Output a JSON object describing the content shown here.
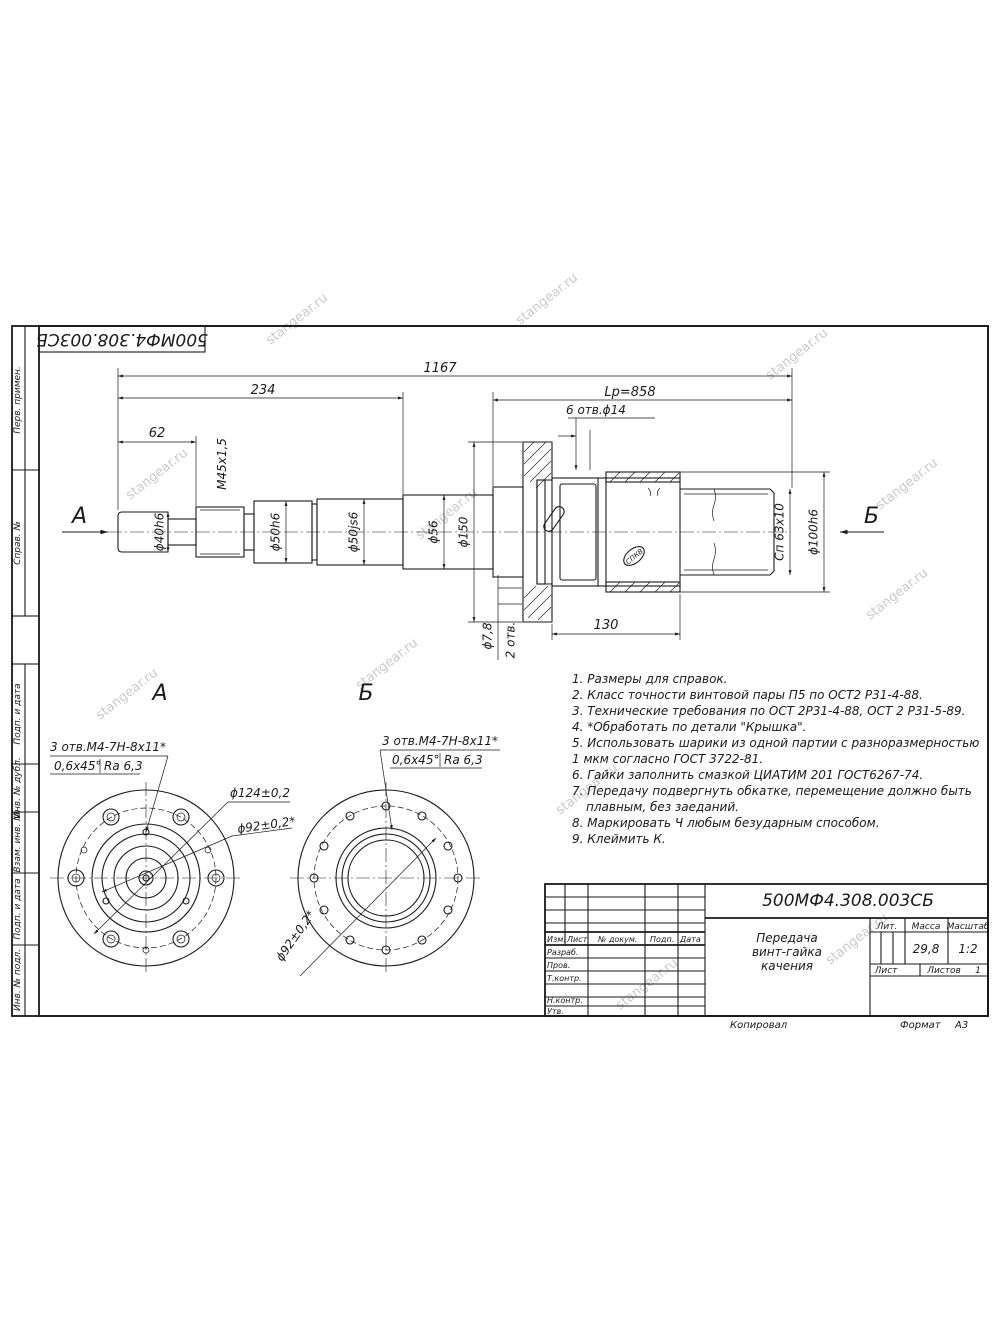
{
  "drawing": {
    "code": "500МФ4.308.003СБ",
    "code_rotated": "500МФ4.308.003СБ",
    "title_lines": [
      "Передача",
      "винт-гайка",
      "качения"
    ],
    "mass": "29,8",
    "scale": "1:2",
    "sheet_label": "Лист",
    "sheets_label": "Листов",
    "sheets_count": "1",
    "copied_label": "Копировал",
    "format_label": "Формат",
    "format_value": "А3",
    "watermark": "stangear.ru"
  },
  "title_block": {
    "header_lit": "Лит.",
    "header_mass": "Масса",
    "header_scale": "Масштаб",
    "col_izm": "Изм.",
    "col_list": "Лист",
    "col_doc": "№ докум.",
    "col_sign": "Подп.",
    "col_date": "Дата",
    "row_razrab": "Разраб.",
    "row_prov": "Пров.",
    "row_tkontr": "Т.контр.",
    "row_nkontr": "Н.контр.",
    "row_utv": "Утв."
  },
  "side_stamp": {
    "perv_primen": "Перв. примен.",
    "sprav": "Справ. №",
    "podp_data_1": "Подп. и дата",
    "inv_dubl": "Инв. № дубл.",
    "vzam_inv": "Взам. инв. №",
    "podp_data_2": "Подп. и дата",
    "inv_podl": "Инв. № подл."
  },
  "main_view": {
    "dim_total": "1167",
    "dim_234": "234",
    "dim_62": "62",
    "dim_lp": "Lp=858",
    "dim_holes": "6 отв.ϕ14",
    "dim_thread": "M45x1,5",
    "dim_d40": "ϕ40h6",
    "dim_d50h6": "ϕ50h6",
    "dim_d50js6": "ϕ50js6",
    "dim_d56": "ϕ56",
    "dim_d150": "ϕ150",
    "dim_sp": "Сп 63x10",
    "dim_d100": "ϕ100h6",
    "dim_d78": "ϕ7,8",
    "dim_2otv": "2 отв.",
    "dim_130": "130",
    "arrow_a": "А",
    "arrow_b": "Б",
    "nut_mark": "СПКВ"
  },
  "view_a": {
    "label": "А",
    "note_holes": "3 отв.M4-7H-8x11*",
    "note_chamfer": "0,6x45°",
    "note_ra": "Ra 6,3",
    "dim_124": "ϕ124±0,2",
    "dim_92": "ϕ92±0,2*"
  },
  "view_b": {
    "label": "Б",
    "note_holes": "3 отв.M4-7H-8x11*",
    "note_chamfer": "0,6x45°",
    "note_ra": "Ra 6,3",
    "dim_92": "ϕ92±0,2*"
  },
  "notes": [
    "1. Размеры для справок.",
    "2. Класс точности винтовой пары П5 по ОСТ2 Р31-4-88.",
    "3. Технические требования по ОСТ 2Р31-4-88, ОСТ 2 Р31-5-89.",
    "4. *Обработать по детали \"Крышка\".",
    "5. Использовать шарики из одной партии с разноразмерностью",
    "1 мкм согласно ГОСТ 3722-81.",
    "6. Гайки заполнить смазкой ЦИАТИМ 201 ГОСТ6267-74.",
    "7. Передачу подвергнуть обкатке, перемещение должно быть",
    "плавным, без заеданий.",
    "8. Маркировать Ч любым безударным способом.",
    "9. Клеймить К."
  ]
}
